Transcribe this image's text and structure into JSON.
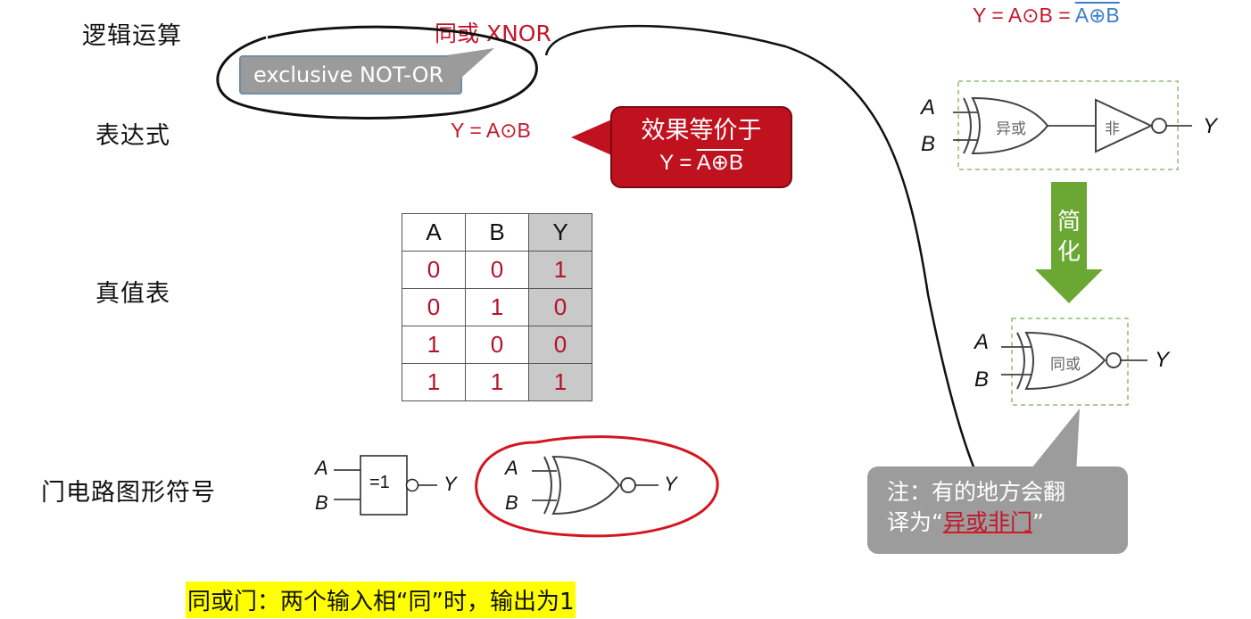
{
  "labels": {
    "logic_op": "逻辑运算",
    "expression": "表达式",
    "truth_table": "真值表",
    "gate_symbol": "门电路图形符号"
  },
  "xnor_title": "同或 XNOR",
  "exclusive_callout": "exclusive NOT-OR",
  "expression_text": "Y = A⊙B",
  "equivalence_callout": {
    "line1": "效果等价于",
    "line2_prefix": "Y = ",
    "line2_overlined": "A⊕B"
  },
  "top_right_formula": {
    "left": "Y = A⊙B = ",
    "right": "A⊕B"
  },
  "truth_table": {
    "headers": [
      "A",
      "B",
      "Y"
    ],
    "rows": [
      [
        "0",
        "0",
        "1"
      ],
      [
        "0",
        "1",
        "0"
      ],
      [
        "1",
        "0",
        "0"
      ],
      [
        "1",
        "1",
        "1"
      ]
    ]
  },
  "gate_labels": {
    "a": "A",
    "b": "B",
    "y": "Y",
    "eq1": "=1",
    "xor": "异或",
    "not": "非",
    "xnor": "同或"
  },
  "simplify_arrow": {
    "char1": "简",
    "char2": "化"
  },
  "note": {
    "line1": "注：有的地方会翻",
    "line2_prefix": "译为“",
    "line2_highlight": "异或非门",
    "line2_suffix": "”"
  },
  "bottom_highlight": "同或门：两个输入相“同”时，输出为1",
  "colors": {
    "red": "#c4172c",
    "blue": "#3a7dc9",
    "arrow_green": "#6aa833",
    "callout_gray": "#9b9b9b",
    "callout_red": "#c0111f",
    "highlight_yellow": "#ffff00"
  }
}
